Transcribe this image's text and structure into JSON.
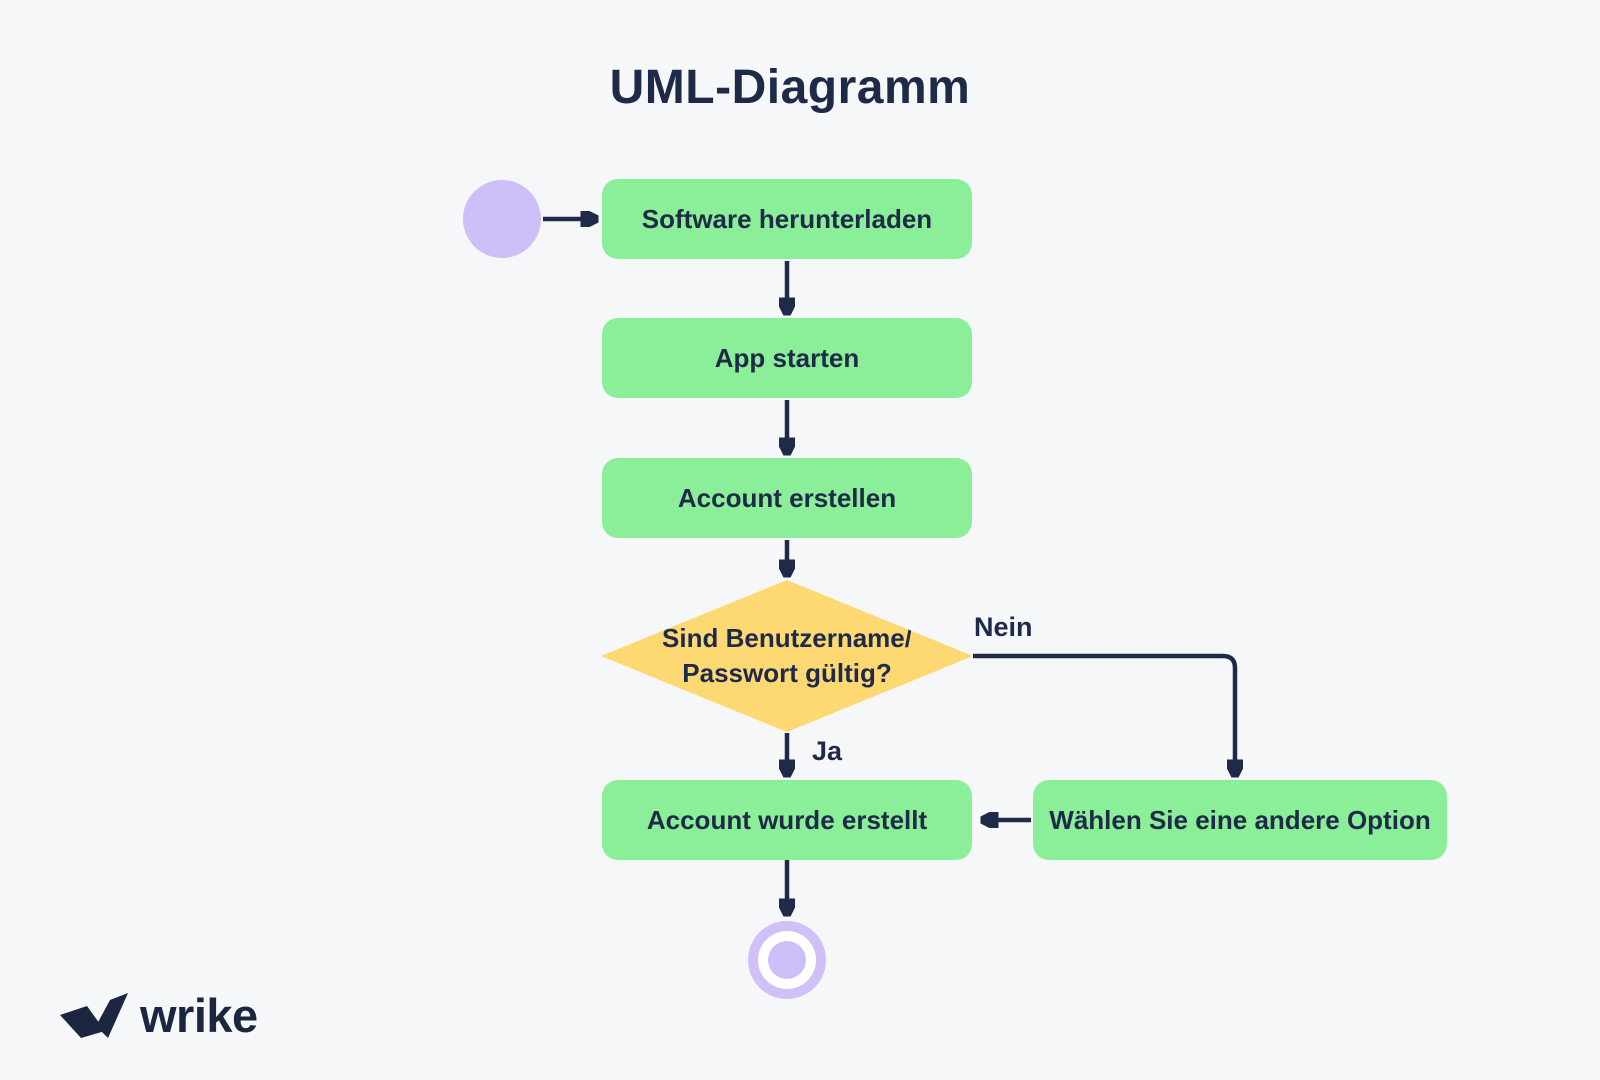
{
  "page": {
    "title": "UML-Diagramm",
    "background_color": "#f6f7f9"
  },
  "colors": {
    "activity_green": "#8bee99",
    "decision_yellow": "#fdd873",
    "node_purple": "#cdbff8",
    "ink_navy": "#1e2a47"
  },
  "diagram": {
    "start_node": {
      "shape": "filled-circle"
    },
    "activities": [
      {
        "label": "Software herunterladen"
      },
      {
        "label": "App starten"
      },
      {
        "label": "Account erstellen"
      },
      {
        "label": "Account wurde erstellt"
      },
      {
        "label": "Wählen Sie eine andere Option"
      }
    ],
    "decision": {
      "line1": "Sind Benutzername/",
      "line2": "Passwort gültig?"
    },
    "edge_labels": {
      "yes": "Ja",
      "no": "Nein"
    },
    "end_node": {
      "shape": "bullseye-circle"
    }
  },
  "footer": {
    "brand_wordmark": "wrike"
  }
}
